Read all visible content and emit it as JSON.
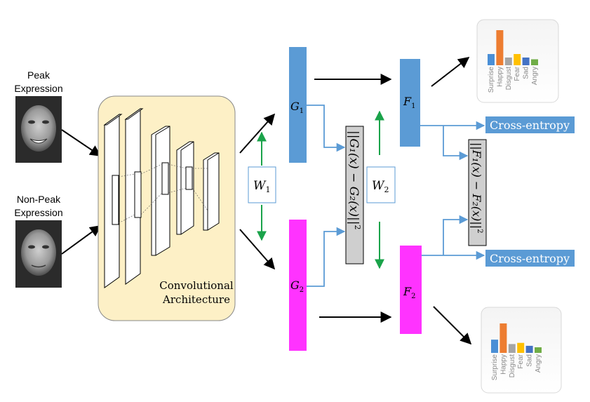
{
  "inputs": {
    "peak_label_line1": "Peak",
    "peak_label_line2": "Expression",
    "nonpeak_label_line1": "Non-Peak",
    "nonpeak_label_line2": "Expression"
  },
  "cnn": {
    "label_line1": "Convolutional",
    "label_line2": "Architecture"
  },
  "weights": {
    "w1_base": "W",
    "w1_sub": "1",
    "w2_base": "W",
    "w2_sub": "2"
  },
  "branches": {
    "g1_base": "G",
    "g1_sub": "1",
    "g2_base": "G",
    "g2_sub": "2",
    "f1_base": "F",
    "f1_sub": "1",
    "f2_base": "F",
    "f2_sub": "2"
  },
  "losses": {
    "g_diff": "||G₁(x) − G₂(x)||",
    "g_diff_exp": "2",
    "f_diff": "||F₁(x) − F₂(x)||",
    "f_diff_exp": "2",
    "cross_entropy_top": "Cross-entropy",
    "cross_entropy_bottom": "Cross-entropy"
  },
  "chart_data": [
    {
      "type": "bar",
      "categories": [
        "Surprise",
        "Happy",
        "Disgust",
        "Fear",
        "Sad",
        "Angry"
      ],
      "values": [
        0.32,
        1.0,
        0.22,
        0.32,
        0.22,
        0.17
      ],
      "colors": [
        "#4a8fd6",
        "#ed7d31",
        "#a5a5a5",
        "#ffc000",
        "#4472c4",
        "#70ad47"
      ]
    },
    {
      "type": "bar",
      "categories": [
        "Surprise",
        "Happy",
        "Disgust",
        "Fear",
        "Sad",
        "Angry"
      ],
      "values": [
        0.45,
        1.0,
        0.3,
        0.34,
        0.24,
        0.19
      ],
      "colors": [
        "#4a8fd6",
        "#ed7d31",
        "#a5a5a5",
        "#ffc000",
        "#4472c4",
        "#70ad47"
      ]
    }
  ],
  "colors": {
    "g1_blue": "#5b9bd5",
    "g2_magenta": "#ff33ff",
    "arrow_green": "#1aa34a",
    "cnn_fill": "#fdf0c6",
    "loss_gray": "#cfcfcf"
  }
}
